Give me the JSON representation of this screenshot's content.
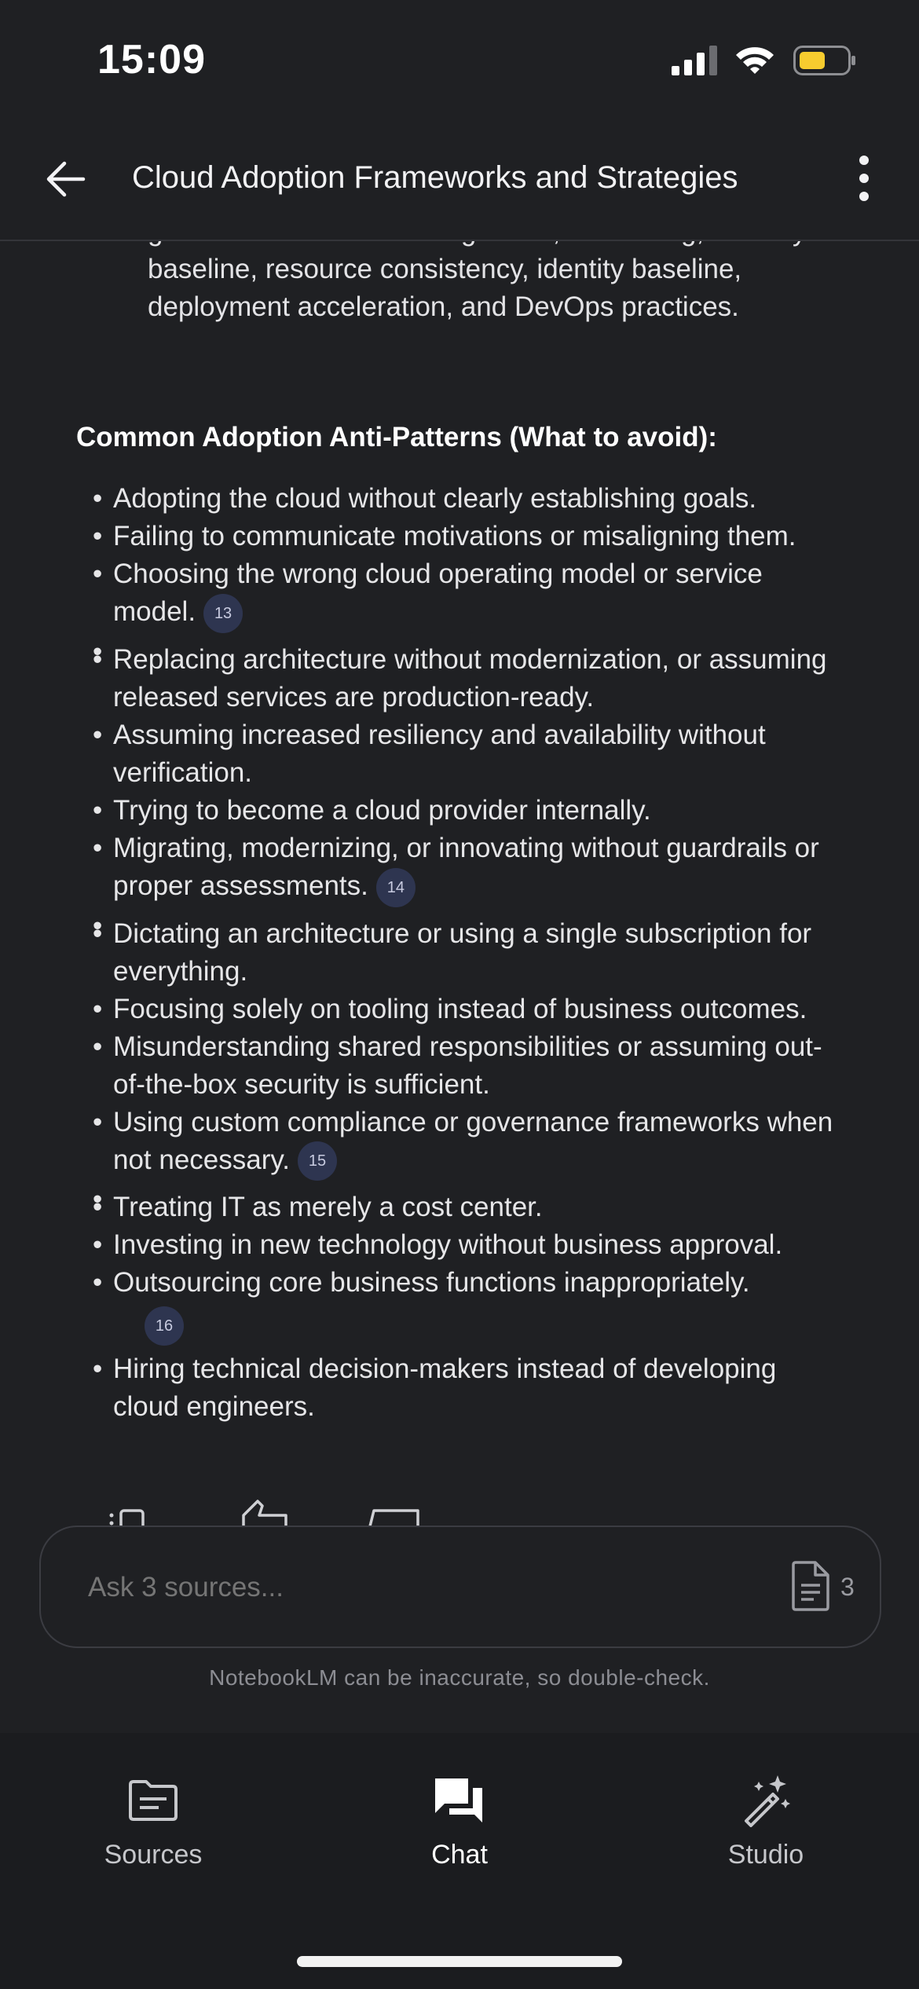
{
  "status": {
    "time": "15:09"
  },
  "header": {
    "title": "Cloud Adoption Frameworks and Strategies"
  },
  "content": {
    "paragraph_tail": "govern include cost management, monitoring, security baseline, resource consistency, identity baseline, deployment acceleration, and DevOps practices.",
    "section_title": "Common Adoption Anti-Patterns (What to avoid):",
    "items": [
      "Adopting the cloud without clearly establishing goals.",
      "Failing to communicate motivations or misaligning them.",
      "Choosing the wrong cloud operating model or service model.",
      "Replacing architecture without modernization, or assuming released services are production-ready.",
      "Assuming increased resiliency and availability without verification.",
      "Trying to become a cloud provider internally.",
      "Migrating, modernizing, or innovating without guardrails or proper assessments.",
      "Dictating an architecture or using a single subscription for everything.",
      "Focusing solely on tooling instead of business outcomes.",
      "Misunderstanding shared responsibilities or assuming out-of-the-box security is sufficient.",
      "Using custom compliance or governance frameworks when not necessary.",
      "Treating IT as merely a cost center.",
      "Investing in new technology without business approval.",
      "Outsourcing core business functions inappropriately.",
      "Hiring technical decision-makers instead of developing cloud engineers."
    ],
    "citations": [
      "13",
      "14",
      "15",
      "16"
    ]
  },
  "composer": {
    "placeholder": "Ask 3 sources...",
    "source_count": "3"
  },
  "disclaimer": "NotebookLM can be inaccurate, so double-check.",
  "nav": {
    "sources": "Sources",
    "chat": "Chat",
    "studio": "Studio"
  }
}
